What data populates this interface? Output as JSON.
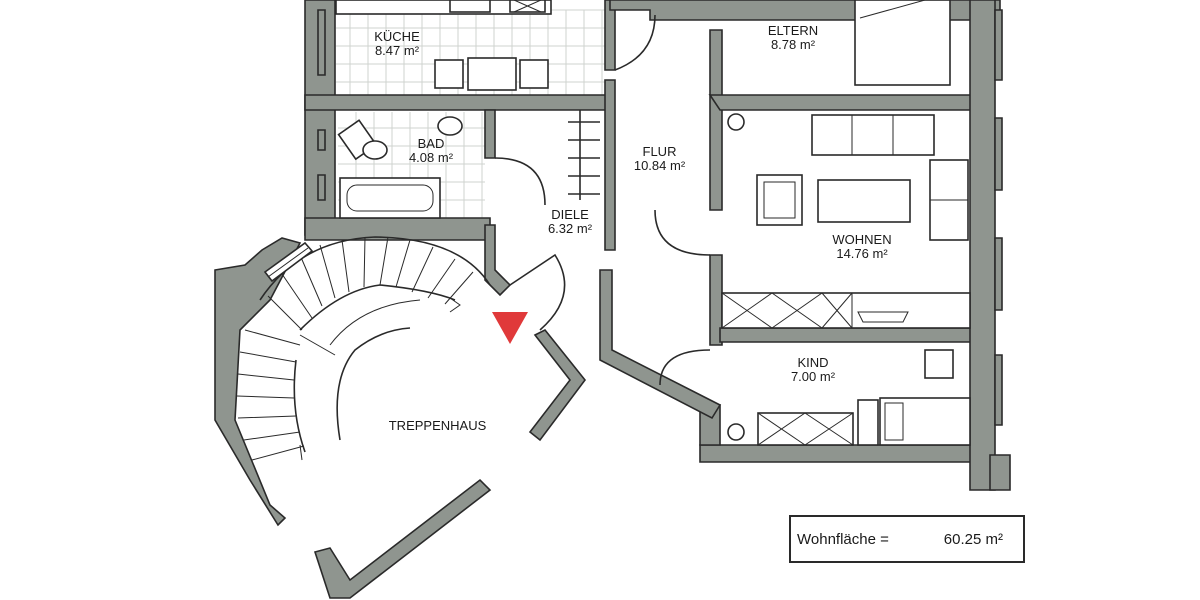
{
  "rooms": [
    {
      "name": "KÜCHE",
      "area": "8.47 m²"
    },
    {
      "name": "ELTERN",
      "area": "8.78 m²"
    },
    {
      "name": "BAD",
      "area": "4.08 m²"
    },
    {
      "name": "FLUR",
      "area": "10.84 m²"
    },
    {
      "name": "DIELE",
      "area": "6.32 m²"
    },
    {
      "name": "WOHNEN",
      "area": "14.76 m²"
    },
    {
      "name": "KIND",
      "area": "7.00 m²"
    },
    {
      "name": "TREPPENHAUS",
      "area": ""
    }
  ],
  "summary": {
    "label": "Wohnfläche =",
    "value": "60.25 m²"
  },
  "colors": {
    "wall": "#8f958f",
    "entrance_marker": "#e0393a",
    "line": "#2a2a2a"
  },
  "entrance_marker_icon": "red-triangle-icon"
}
